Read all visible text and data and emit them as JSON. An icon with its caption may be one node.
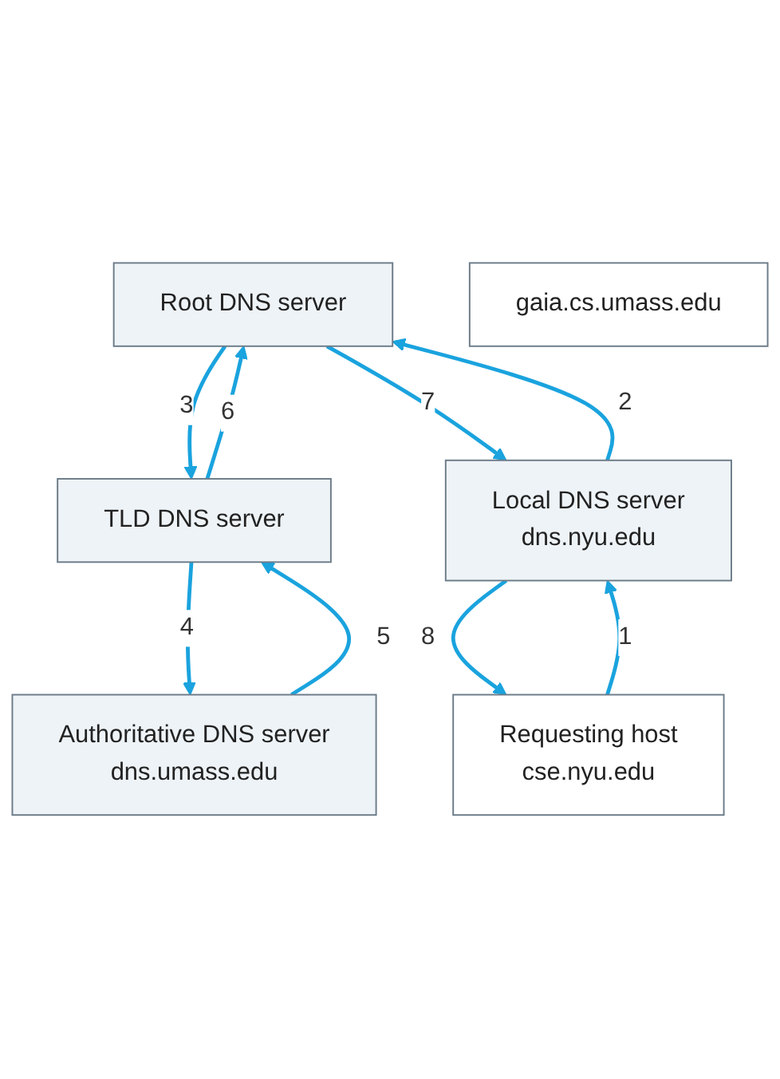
{
  "diagram": {
    "nodes": [
      {
        "text": [
          "Root DNS server"
        ]
      },
      {
        "text": [
          "Local DNS server",
          "dns.nyu.edu"
        ]
      },
      {
        "text": [
          "TLD DNS server"
        ]
      },
      {
        "text": [
          "Requesting host",
          "cse.nyu.edu"
        ]
      },
      {
        "text": [
          "Authoritative DNS server",
          "dns.umass.edu"
        ]
      },
      {
        "text": [
          "gaia.cs.umass.edu"
        ]
      }
    ],
    "edges": [
      {
        "from": 3,
        "to": 1,
        "arrow": "to",
        "label": "1"
      },
      {
        "from": 1,
        "to": 0,
        "arrow": "to",
        "label": "2"
      },
      {
        "from": 0,
        "to": 2,
        "arrow": "to",
        "label": "3"
      },
      {
        "from": 2,
        "to": 4,
        "arrow": "to",
        "label": "4"
      },
      {
        "from": 4,
        "to": 2,
        "arrow": "to",
        "label": "5"
      },
      {
        "from": 2,
        "to": 0,
        "arrow": "to",
        "label": "6"
      },
      {
        "from": 0,
        "to": 1,
        "arrow": "to",
        "label": "7"
      },
      {
        "from": 1,
        "to": 3,
        "arrow": "to",
        "label": "8"
      }
    ]
  }
}
